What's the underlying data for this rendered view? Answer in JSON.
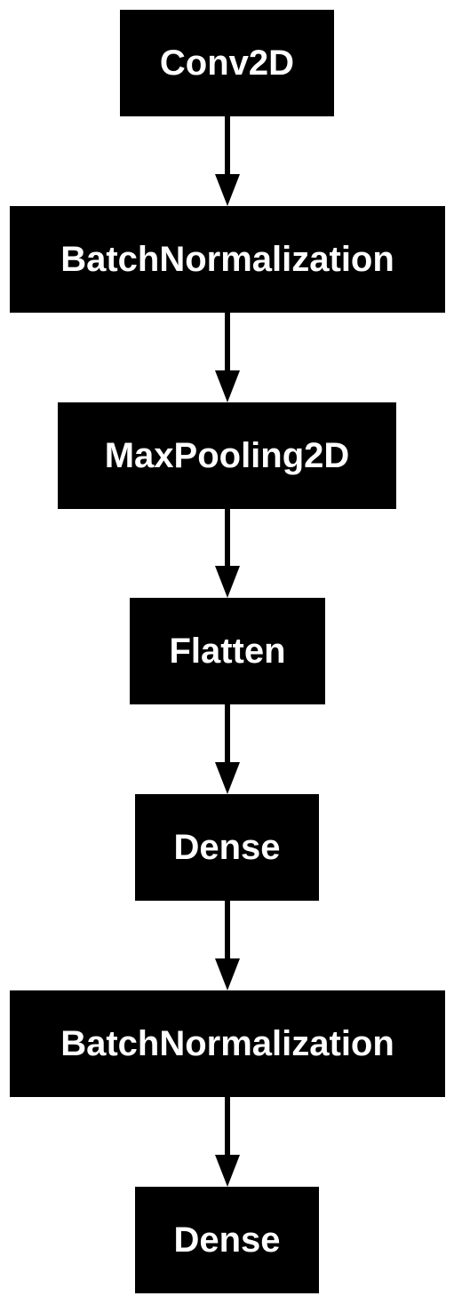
{
  "diagram": {
    "nodes": [
      {
        "label": "Conv2D"
      },
      {
        "label": "BatchNormalization"
      },
      {
        "label": "MaxPooling2D"
      },
      {
        "label": "Flatten"
      },
      {
        "label": "Dense"
      },
      {
        "label": "BatchNormalization"
      },
      {
        "label": "Dense"
      }
    ],
    "edges": [
      {
        "from": 0,
        "to": 1
      },
      {
        "from": 1,
        "to": 2
      },
      {
        "from": 2,
        "to": 3
      },
      {
        "from": 3,
        "to": 4
      },
      {
        "from": 4,
        "to": 5
      },
      {
        "from": 5,
        "to": 6
      }
    ],
    "colors": {
      "node_fill": "#000000",
      "node_text": "#ffffff",
      "edge": "#000000",
      "background": "#ffffff"
    }
  }
}
